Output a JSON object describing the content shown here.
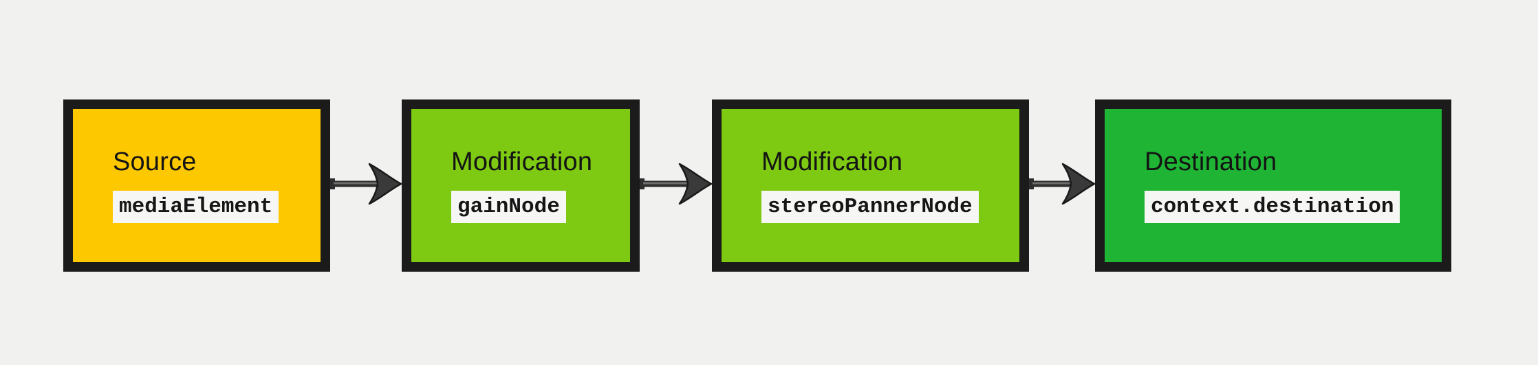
{
  "diagram": {
    "background_color": "#f1f1ef",
    "node_border_color": "#1b1b1b",
    "arrow_color": "#2e2e2e",
    "code_chip_background": "#f6f6f4",
    "nodes": [
      {
        "label": "Source",
        "code": "mediaElement",
        "fill": "#fdc800"
      },
      {
        "label": "Modification",
        "code": "gainNode",
        "fill": "#7ec912"
      },
      {
        "label": "Modification",
        "code": "stereoPannerNode",
        "fill": "#7ec912"
      },
      {
        "label": "Destination",
        "code": "context.destination",
        "fill": "#1fb434"
      }
    ]
  }
}
